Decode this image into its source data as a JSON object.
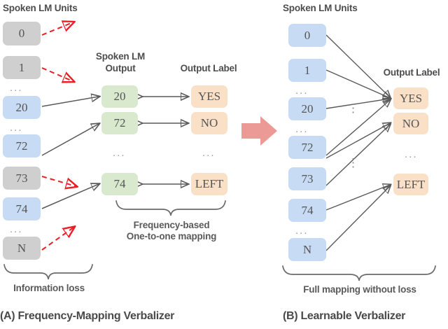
{
  "figure": {
    "panelA": {
      "caption": "(A) Frequency-Mapping Verbalizer",
      "headers": {
        "units": "Spoken LM Units",
        "lm_output_line1": "Spoken LM",
        "lm_output_line2": "Output",
        "output_label": "Output Label"
      },
      "units_column": [
        {
          "label": "0",
          "color": "gray",
          "state": "dropped"
        },
        {
          "label": "1",
          "color": "gray",
          "state": "dropped"
        },
        {
          "label": "...",
          "ellipsis": true
        },
        {
          "label": "20",
          "color": "blue",
          "state": "mapped"
        },
        {
          "label": "...",
          "ellipsis": true
        },
        {
          "label": "72",
          "color": "blue",
          "state": "mapped"
        },
        {
          "label": "73",
          "color": "gray",
          "state": "dropped"
        },
        {
          "label": "74",
          "color": "blue",
          "state": "mapped"
        },
        {
          "label": "...",
          "ellipsis": true
        },
        {
          "label": "N",
          "color": "gray",
          "state": "dropped"
        }
      ],
      "lm_output_column": [
        {
          "label": "20",
          "color": "green"
        },
        {
          "label": "72",
          "color": "green"
        },
        {
          "label": "...",
          "ellipsis": true
        },
        {
          "label": "74",
          "color": "green"
        }
      ],
      "output_label_column": [
        {
          "label": "YES",
          "color": "orange"
        },
        {
          "label": "NO",
          "color": "orange"
        },
        {
          "label": "...",
          "ellipsis": true
        },
        {
          "label": "LEFT",
          "color": "orange"
        }
      ],
      "brace_units": "Information loss",
      "brace_mapping_line1": "Frequency-based",
      "brace_mapping_line2": "One-to-one mapping"
    },
    "panelB": {
      "caption": "(B) Learnable Verbalizer",
      "headers": {
        "units": "Spoken LM Units",
        "output_label": "Output Label"
      },
      "units_column": [
        {
          "label": "0",
          "color": "blue"
        },
        {
          "label": "1",
          "color": "blue"
        },
        {
          "label": "...",
          "ellipsis": true
        },
        {
          "label": "20",
          "color": "blue"
        },
        {
          "label": "...",
          "ellipsis": true
        },
        {
          "label": "72",
          "color": "blue"
        },
        {
          "label": "73",
          "color": "blue"
        },
        {
          "label": "74",
          "color": "blue"
        },
        {
          "label": "...",
          "ellipsis": true
        },
        {
          "label": "N",
          "color": "blue"
        }
      ],
      "output_label_column": [
        {
          "label": "YES",
          "color": "orange"
        },
        {
          "label": "NO",
          "color": "orange"
        },
        {
          "label": "...",
          "ellipsis": true
        },
        {
          "label": "LEFT",
          "color": "orange"
        }
      ],
      "vertical_dots": [
        "⋮",
        "⋮"
      ],
      "brace_units": "Full mapping without loss"
    },
    "transition_arrow": "right-arrow",
    "colors": {
      "gray_box": "#cfcfcf",
      "blue_box": "#c7dbf4",
      "green_box": "#d8e9cd",
      "orange_box": "#fbe0c8",
      "solid_arrow": "#5a5a5a",
      "dashed_arrow": "#ee1c25",
      "transition_arrow": "#eb9a96",
      "text": "#4a4a4a"
    }
  }
}
